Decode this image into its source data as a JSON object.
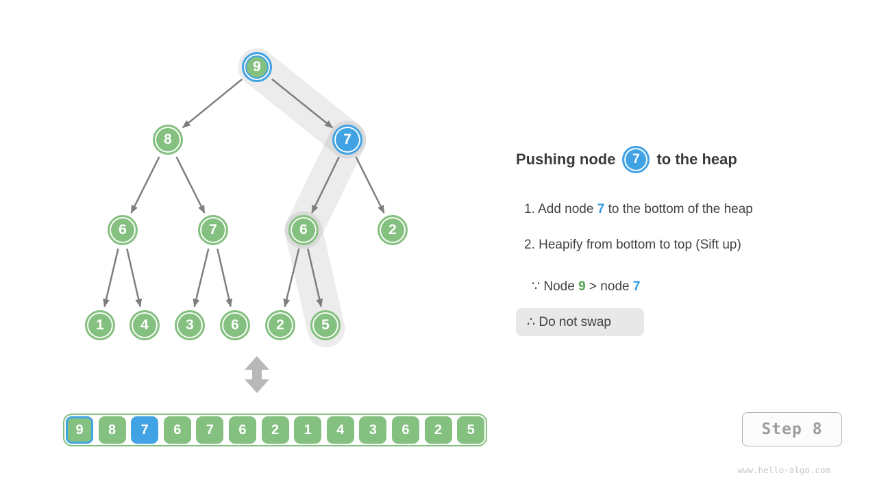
{
  "tree": {
    "nodes": [
      {
        "value": "9",
        "variant": "green-with-blue-ring"
      },
      {
        "value": "8",
        "variant": "green"
      },
      {
        "value": "7",
        "variant": "blue"
      },
      {
        "value": "6",
        "variant": "green"
      },
      {
        "value": "7",
        "variant": "green"
      },
      {
        "value": "6",
        "variant": "green"
      },
      {
        "value": "2",
        "variant": "green"
      },
      {
        "value": "1",
        "variant": "green"
      },
      {
        "value": "4",
        "variant": "green"
      },
      {
        "value": "3",
        "variant": "green"
      },
      {
        "value": "6",
        "variant": "green"
      },
      {
        "value": "2",
        "variant": "green"
      },
      {
        "value": "5",
        "variant": "green"
      }
    ],
    "edges": [
      [
        0,
        1
      ],
      [
        0,
        2
      ],
      [
        1,
        3
      ],
      [
        1,
        4
      ],
      [
        2,
        5
      ],
      [
        2,
        6
      ],
      [
        3,
        7
      ],
      [
        3,
        8
      ],
      [
        4,
        9
      ],
      [
        4,
        10
      ],
      [
        5,
        11
      ],
      [
        5,
        12
      ]
    ],
    "highlight_path_nodes": [
      "9",
      "7",
      "6",
      "5"
    ]
  },
  "array": {
    "values": [
      "9",
      "8",
      "7",
      "6",
      "7",
      "6",
      "2",
      "1",
      "4",
      "3",
      "6",
      "2",
      "5"
    ],
    "blue_outline_index": 0,
    "blue_fill_index": 2
  },
  "panel": {
    "title_prefix": "Pushing node",
    "title_node_value": "7",
    "title_suffix": "to the heap",
    "step1_prefix": "1. Add node ",
    "step1_value": "7",
    "step1_suffix": " to the bottom of the heap",
    "step2": "2. Heapify from bottom to top (Sift up)",
    "because_prefix": "∵ Node ",
    "because_green_value": "9",
    "because_mid": " > node ",
    "because_blue_value": "7",
    "therefore": "∴ Do not swap"
  },
  "footer": {
    "step_label": "Step 8",
    "watermark": "www.hello-algo.com"
  },
  "colors": {
    "node_green": "#84c07f",
    "node_blue": "#42a3e4",
    "arrow_gray": "#7e7e7e",
    "highlight_band": "rgba(0,0,0,0.075)",
    "text_dark": "#3a3a3a",
    "step_gray": "#9d9d9d"
  }
}
